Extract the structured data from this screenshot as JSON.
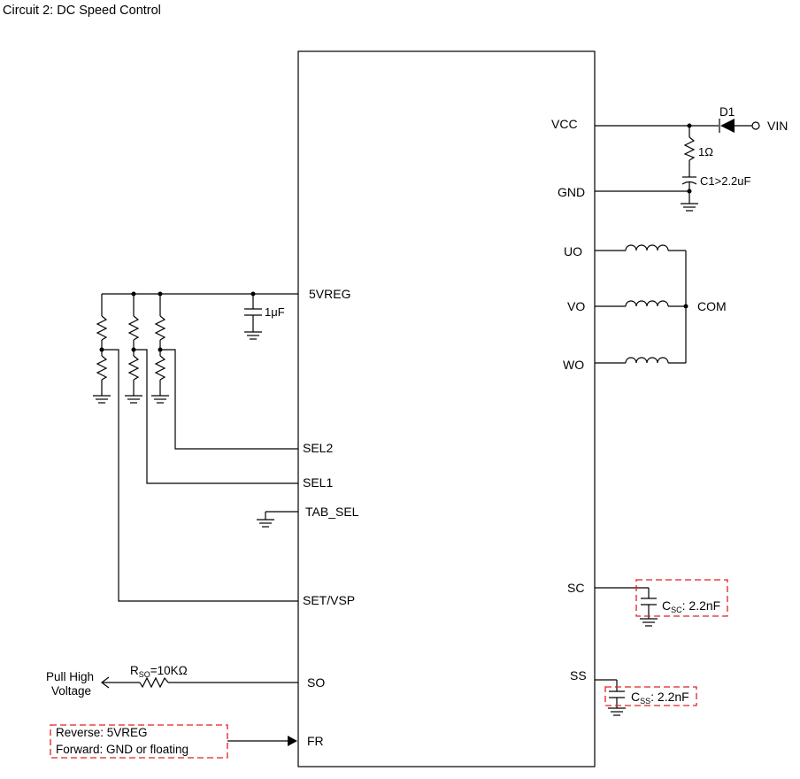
{
  "title": "Circuit 2: DC Speed Control",
  "pins": {
    "vcc": "VCC",
    "gnd": "GND",
    "uo": "UO",
    "vo": "VO",
    "wo": "WO",
    "sc": "SC",
    "ss": "SS",
    "vreg": "5VREG",
    "sel2": "SEL2",
    "sel1": "SEL1",
    "tab_sel": "TAB_SEL",
    "set_vsp": "SET/VSP",
    "so": "SO",
    "fr": "FR"
  },
  "components": {
    "diode": "D1",
    "vin": "VIN",
    "resistor_1ohm": "1Ω",
    "c1": "C1>2.2uF",
    "com": "COM",
    "vreg_cap": "1μF",
    "csc": {
      "symbol": "C",
      "sub": "SC",
      "value": ": 2.2nF"
    },
    "css": {
      "symbol": "C",
      "sub": "SS",
      "value": ": 2.2nF"
    },
    "rso": {
      "symbol": "R",
      "sub": "SO",
      "value": "=10KΩ"
    },
    "pull_high": [
      "Pull High",
      "Voltage"
    ]
  },
  "fr_note": [
    "Reverse: 5VREG",
    "Forward: GND or floating"
  ]
}
